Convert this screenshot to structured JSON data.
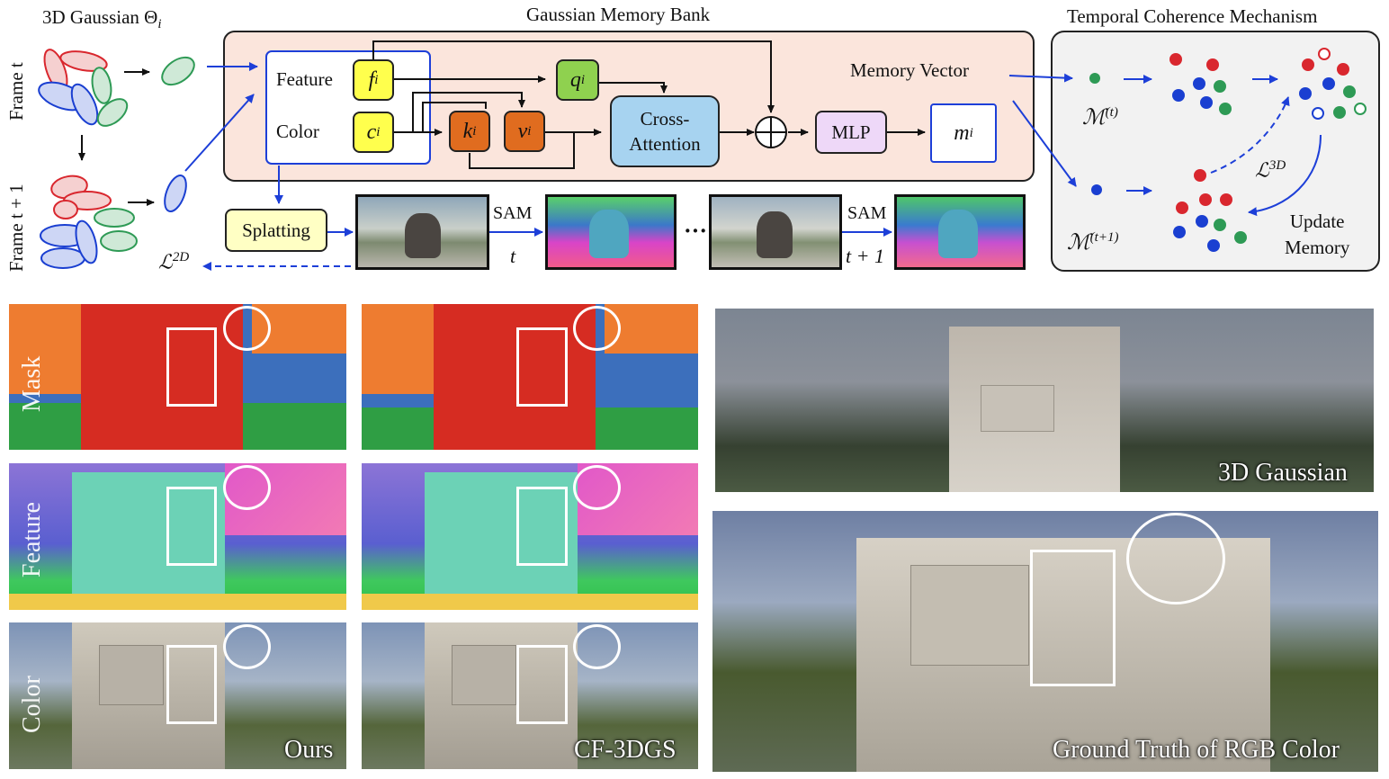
{
  "gaussian": {
    "title": "3D Gaussian Θ",
    "title_sub": "i",
    "frame_t": "Frame t",
    "frame_t1": "Frame t + 1"
  },
  "memory_bank": {
    "title": "Gaussian Memory Bank",
    "feature_label": "Feature",
    "color_label": "Color",
    "f": "f",
    "c": "c",
    "q": "q",
    "k": "k",
    "v": "v",
    "sub_i": "i",
    "cross_attention_1": "Cross-",
    "cross_attention_2": "Attention",
    "mlp": "MLP",
    "m": "m",
    "memory_vector": "Memory Vector",
    "plus": "+"
  },
  "splatting": {
    "label": "Splatting",
    "loss_2d": "ℒ",
    "loss_2d_sup": "2D",
    "sam_1": "SAM",
    "t_1": "t",
    "sam_2": "SAM",
    "t_2": "t + 1",
    "ellipsis": "···"
  },
  "temporal": {
    "title": "Temporal Coherence Mechanism",
    "m_t": "ℳ",
    "m_t_sup": "(t)",
    "m_t1": "ℳ",
    "m_t1_sup": "(t+1)",
    "loss_3d": "ℒ",
    "loss_3d_sup": "3D",
    "update_1": "Update",
    "update_2": "Memory"
  },
  "results": {
    "row_mask": "Mask",
    "row_feature": "Feature",
    "row_color": "Color",
    "ours": "Ours",
    "cf3dgs": "CF-3DGS",
    "gaussian_3d": "3D Gaussian",
    "ground_truth": "Ground Truth of RGB Color"
  },
  "colors": {
    "red": "#d9272e",
    "blue": "#1a3fd1",
    "green": "#2e9a55",
    "yellow_box": "#ffff4d",
    "q_box": "#8fd14f",
    "kv_box": "#e06c1f",
    "cross_box": "#a7d3f0",
    "mlp_box": "#eed8f8",
    "bank_bg": "#fbe5dc",
    "temporal_bg": "#f2f2f2",
    "splat_box": "#ffffc4",
    "arrow_blue": "#1d3fd8"
  }
}
